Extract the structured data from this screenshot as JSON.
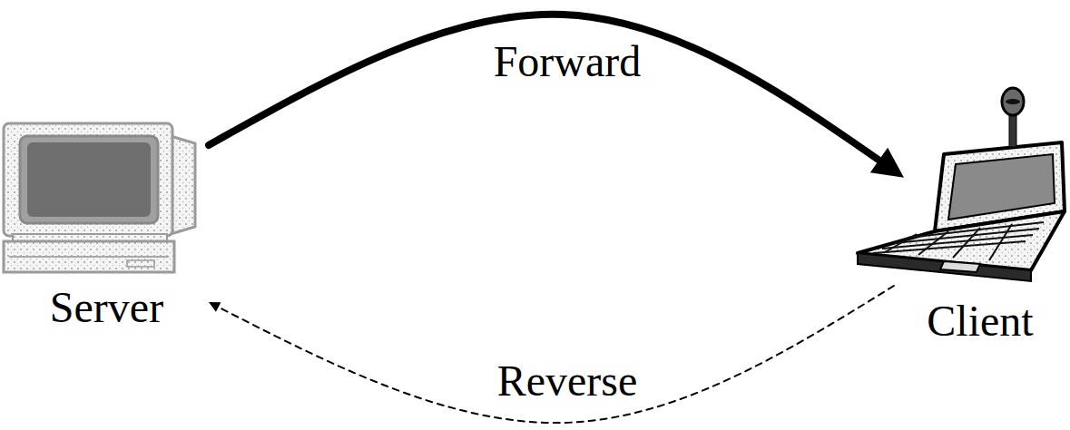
{
  "diagram": {
    "nodes": [
      {
        "text": [
          "Server"
        ]
      },
      {
        "text": [
          "Client"
        ]
      }
    ],
    "edges": [
      {
        "from": 0,
        "to": 1,
        "arrow": "to",
        "label": "Forward"
      },
      {
        "from": 1,
        "to": 0,
        "arrow": "to",
        "label": "Reverse"
      }
    ]
  }
}
